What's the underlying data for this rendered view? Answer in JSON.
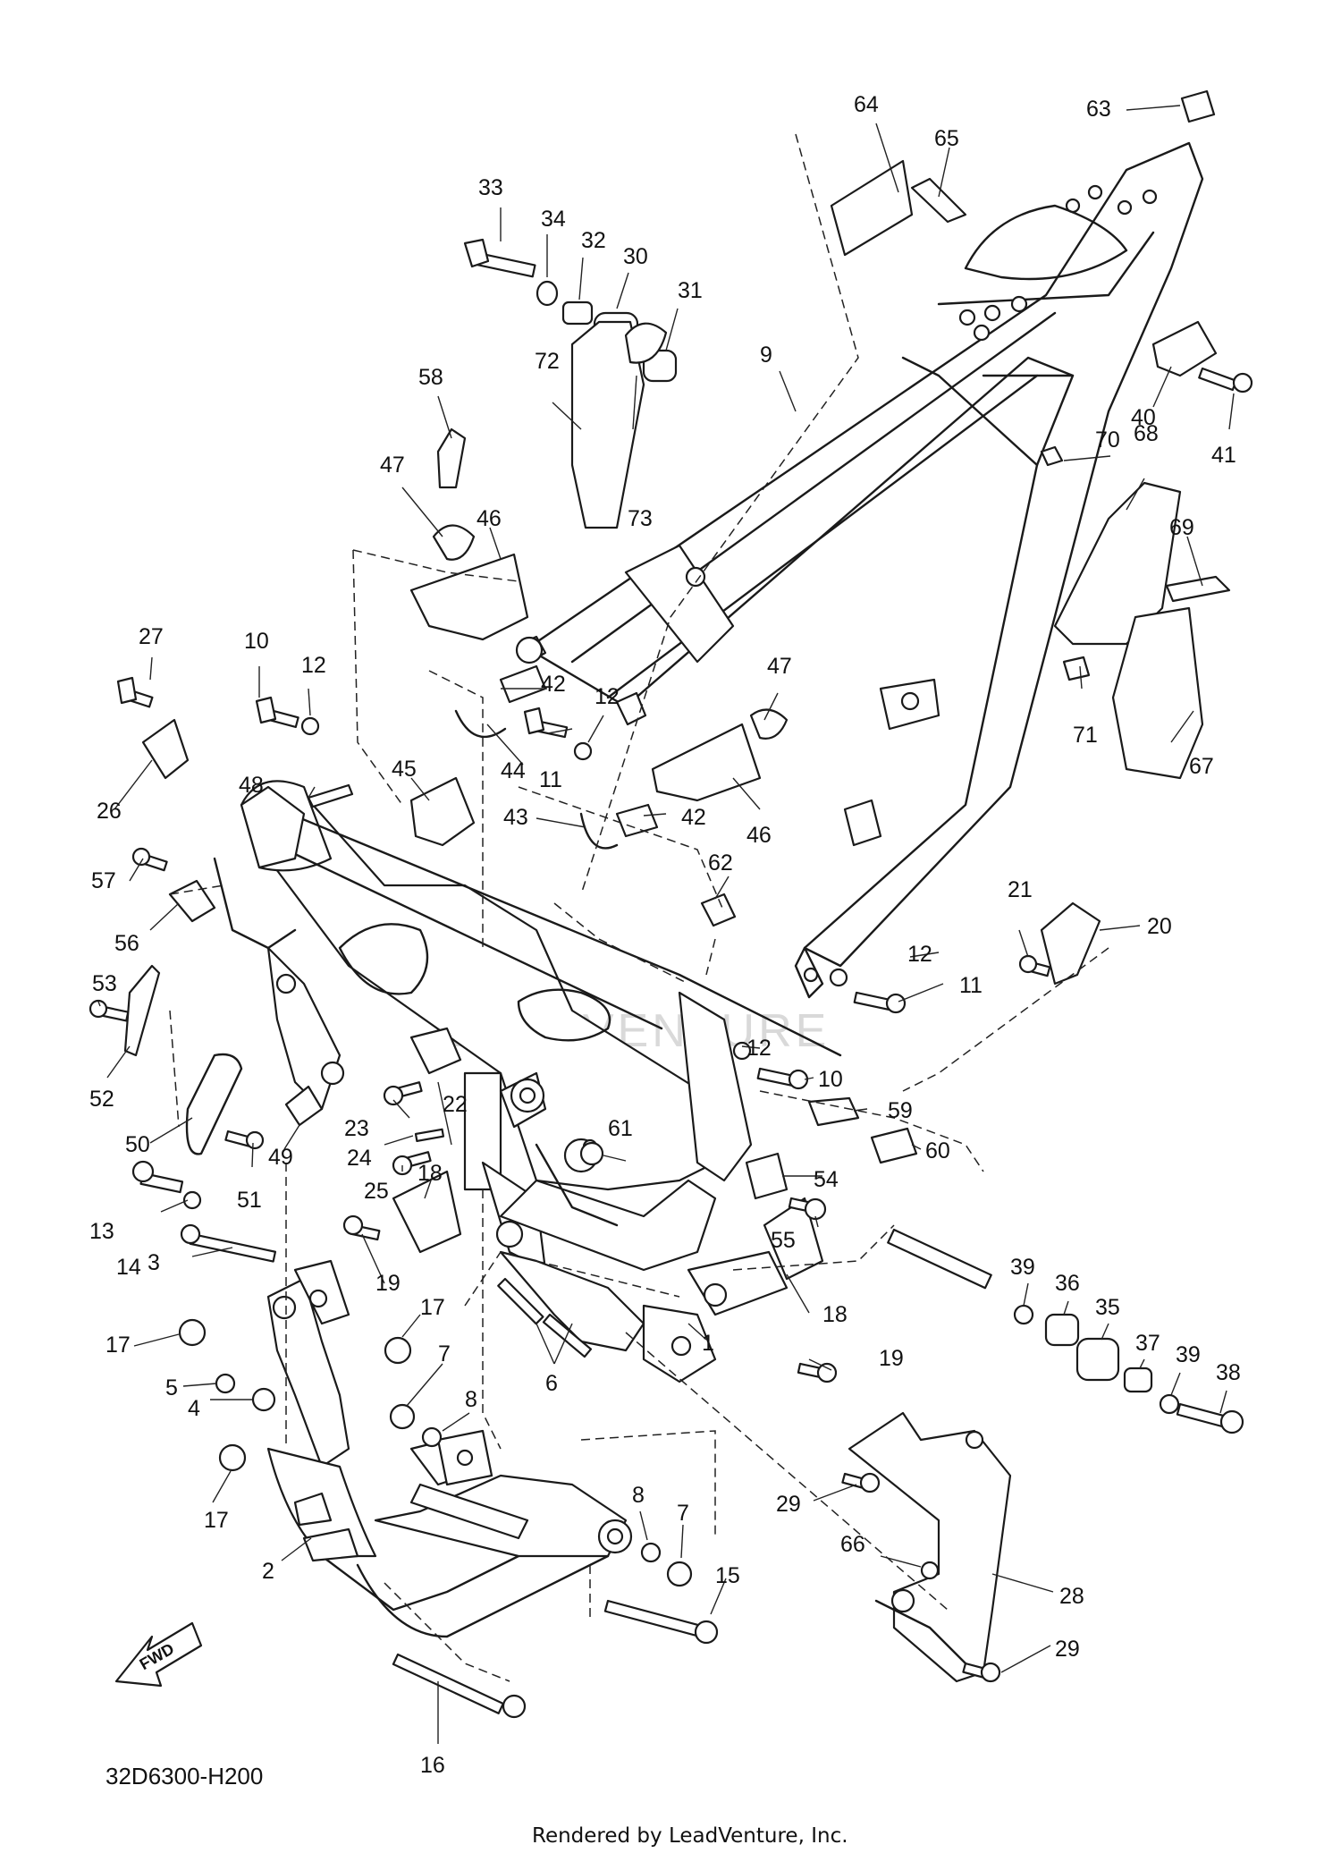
{
  "diagram": {
    "code": "32D6300-H200",
    "footer": "Rendered by LeadVenture, Inc.",
    "watermark": "LEADVENTURE",
    "fwd_label": "FWD"
  },
  "callouts": [
    {
      "id": "c1",
      "text": "1"
    },
    {
      "id": "c2",
      "text": "2"
    },
    {
      "id": "c3",
      "text": "3"
    },
    {
      "id": "c4",
      "text": "4"
    },
    {
      "id": "c5",
      "text": "5"
    },
    {
      "id": "c6",
      "text": "6"
    },
    {
      "id": "c7a",
      "text": "7"
    },
    {
      "id": "c7b",
      "text": "7"
    },
    {
      "id": "c8a",
      "text": "8"
    },
    {
      "id": "c8b",
      "text": "8"
    },
    {
      "id": "c9",
      "text": "9"
    },
    {
      "id": "c10a",
      "text": "10"
    },
    {
      "id": "c10b",
      "text": "10"
    },
    {
      "id": "c11a",
      "text": "11"
    },
    {
      "id": "c11b",
      "text": "11"
    },
    {
      "id": "c12a",
      "text": "12"
    },
    {
      "id": "c12b",
      "text": "12"
    },
    {
      "id": "c12c",
      "text": "12"
    },
    {
      "id": "c12d",
      "text": "12"
    },
    {
      "id": "c13",
      "text": "13"
    },
    {
      "id": "c14",
      "text": "14"
    },
    {
      "id": "c15",
      "text": "15"
    },
    {
      "id": "c16",
      "text": "16"
    },
    {
      "id": "c17a",
      "text": "17"
    },
    {
      "id": "c17b",
      "text": "17"
    },
    {
      "id": "c17c",
      "text": "17"
    },
    {
      "id": "c18a",
      "text": "18"
    },
    {
      "id": "c18b",
      "text": "18"
    },
    {
      "id": "c19a",
      "text": "19"
    },
    {
      "id": "c19b",
      "text": "19"
    },
    {
      "id": "c20",
      "text": "20"
    },
    {
      "id": "c21",
      "text": "21"
    },
    {
      "id": "c22",
      "text": "22"
    },
    {
      "id": "c23",
      "text": "23"
    },
    {
      "id": "c24",
      "text": "24"
    },
    {
      "id": "c25",
      "text": "25"
    },
    {
      "id": "c26",
      "text": "26"
    },
    {
      "id": "c27",
      "text": "27"
    },
    {
      "id": "c28",
      "text": "28"
    },
    {
      "id": "c29a",
      "text": "29"
    },
    {
      "id": "c29b",
      "text": "29"
    },
    {
      "id": "c30",
      "text": "30"
    },
    {
      "id": "c31",
      "text": "31"
    },
    {
      "id": "c32",
      "text": "32"
    },
    {
      "id": "c33",
      "text": "33"
    },
    {
      "id": "c34",
      "text": "34"
    },
    {
      "id": "c35",
      "text": "35"
    },
    {
      "id": "c36",
      "text": "36"
    },
    {
      "id": "c37",
      "text": "37"
    },
    {
      "id": "c38",
      "text": "38"
    },
    {
      "id": "c39a",
      "text": "39"
    },
    {
      "id": "c39b",
      "text": "39"
    },
    {
      "id": "c40",
      "text": "40"
    },
    {
      "id": "c41",
      "text": "41"
    },
    {
      "id": "c42a",
      "text": "42"
    },
    {
      "id": "c42b",
      "text": "42"
    },
    {
      "id": "c43",
      "text": "43"
    },
    {
      "id": "c44",
      "text": "44"
    },
    {
      "id": "c45",
      "text": "45"
    },
    {
      "id": "c46a",
      "text": "46"
    },
    {
      "id": "c46b",
      "text": "46"
    },
    {
      "id": "c47a",
      "text": "47"
    },
    {
      "id": "c47b",
      "text": "47"
    },
    {
      "id": "c48",
      "text": "48"
    },
    {
      "id": "c49",
      "text": "49"
    },
    {
      "id": "c50",
      "text": "50"
    },
    {
      "id": "c51",
      "text": "51"
    },
    {
      "id": "c52",
      "text": "52"
    },
    {
      "id": "c53",
      "text": "53"
    },
    {
      "id": "c54",
      "text": "54"
    },
    {
      "id": "c55",
      "text": "55"
    },
    {
      "id": "c56",
      "text": "56"
    },
    {
      "id": "c57",
      "text": "57"
    },
    {
      "id": "c58",
      "text": "58"
    },
    {
      "id": "c59",
      "text": "59"
    },
    {
      "id": "c60",
      "text": "60"
    },
    {
      "id": "c61",
      "text": "61"
    },
    {
      "id": "c62",
      "text": "62"
    },
    {
      "id": "c63",
      "text": "63"
    },
    {
      "id": "c64",
      "text": "64"
    },
    {
      "id": "c65",
      "text": "65"
    },
    {
      "id": "c66",
      "text": "66"
    },
    {
      "id": "c67",
      "text": "67"
    },
    {
      "id": "c68",
      "text": "68"
    },
    {
      "id": "c69",
      "text": "69"
    },
    {
      "id": "c70",
      "text": "70"
    },
    {
      "id": "c71",
      "text": "71"
    },
    {
      "id": "c72",
      "text": "72"
    },
    {
      "id": "c73",
      "text": "73"
    }
  ]
}
